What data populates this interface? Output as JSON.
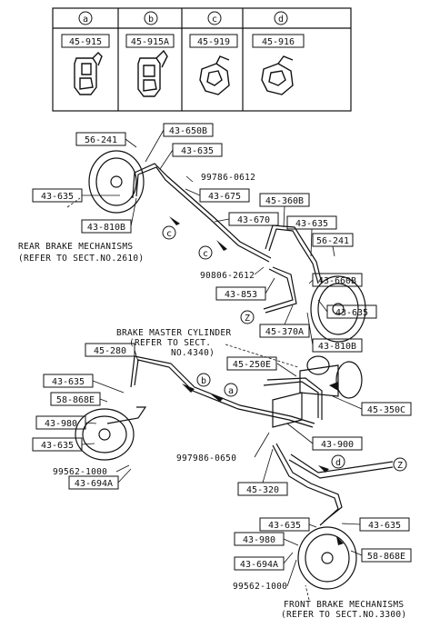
{
  "clip_table": {
    "columns": [
      {
        "key": "a",
        "part": "45-915"
      },
      {
        "key": "b",
        "part": "45-915A"
      },
      {
        "key": "c",
        "part": "45-919"
      },
      {
        "key": "d",
        "part": "45-916"
      }
    ]
  },
  "part_labels": {
    "p56_241_rear": "56-241",
    "p43_650b": "43-650B",
    "p43_635_upper": "43-635",
    "p99786_0612": "99786-0612",
    "p43_635_rear_left": "43-635",
    "p43_675": "43-675",
    "p45_360b": "45-360B",
    "p43_810b_left": "43-810B",
    "p43_670": "43-670",
    "p43_635_right_a": "43-635",
    "p56_241_right": "56-241",
    "p90806_2612": "90806-2612",
    "p43_660b": "43-660B",
    "p43_853": "43-853",
    "p43_635_right_b": "43-635",
    "p45_370a": "45-370A",
    "p43_810b_right": "43-810B",
    "p45_280": "45-280",
    "p45_250e": "45-250E",
    "p43_635_mid_left": "43-635",
    "p45_350c": "45-350C",
    "p58_868e_left": "58-868E",
    "p43_980_left": "43-980",
    "p43_900": "43-900",
    "p43_635_front_left": "43-635",
    "p997986_0650": "997986-0650",
    "p99562_1000_left": "99562-1000",
    "p43_694a_left": "43-694A",
    "p45_320": "45-320",
    "p43_635_front_a": "43-635",
    "p43_635_front_b": "43-635",
    "p43_980_right": "43-980",
    "p58_868e_right": "58-868E",
    "p43_694a_right": "43-694A",
    "p99562_1000_right": "99562-1000"
  },
  "notes": {
    "rear_brake_line1": "REAR BRAKE MECHANISMS",
    "rear_brake_line2": "(REFER TO SECT.NO.2610)",
    "master_cyl_line1": "BRAKE MASTER CYLINDER",
    "master_cyl_line2": "(REFER TO SECT.",
    "master_cyl_line3": "NO.4340)",
    "front_brake_line1": "FRONT BRAKE MECHANISMS",
    "front_brake_line2": "(REFER TO SECT.NO.3300)"
  },
  "callouts": {
    "a": "a",
    "b": "b",
    "c_upper": "c",
    "c_lower": "c",
    "d": "d",
    "z_upper": "Z",
    "z_lower": "Z"
  }
}
